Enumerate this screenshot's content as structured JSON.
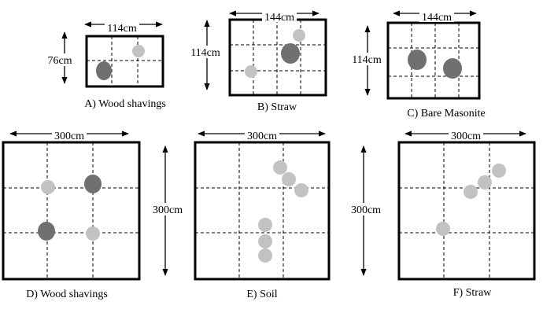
{
  "colors": {
    "frame": "#000000",
    "grid": "#000000",
    "dark_circle": "#707070",
    "light_circle": "#c2c2c2"
  },
  "panels": [
    {
      "id": "A",
      "caption": "A) Wood shavings",
      "width_label": "114cm",
      "height_label": "76cm",
      "grid": "3 x 2",
      "circles": [
        {
          "shade": "dark"
        },
        {
          "shade": "light"
        }
      ]
    },
    {
      "id": "B",
      "caption": "B) Straw",
      "width_label": "144cm",
      "height_label": "114cm",
      "grid": "4 x 3",
      "circles": [
        {
          "shade": "light"
        },
        {
          "shade": "dark"
        },
        {
          "shade": "light"
        }
      ]
    },
    {
      "id": "C",
      "caption": "C) Bare Masonite",
      "width_label": "144cm",
      "height_label": "114cm",
      "grid": "4 x 3",
      "circles": [
        {
          "shade": "dark"
        },
        {
          "shade": "dark"
        }
      ]
    },
    {
      "id": "D",
      "caption": "D) Wood shavings",
      "width_label": "300cm",
      "height_label": "",
      "grid": "3 x 3",
      "circles": [
        {
          "shade": "light"
        },
        {
          "shade": "dark"
        },
        {
          "shade": "dark"
        },
        {
          "shade": "light"
        }
      ]
    },
    {
      "id": "E",
      "caption": "E) Soil",
      "width_label": "300cm",
      "height_label": "300cm",
      "grid": "3 x 3",
      "circles": [
        {
          "shade": "light"
        },
        {
          "shade": "light"
        },
        {
          "shade": "light"
        },
        {
          "shade": "light"
        },
        {
          "shade": "light"
        },
        {
          "shade": "light"
        }
      ]
    },
    {
      "id": "F",
      "caption": "F) Straw",
      "width_label": "300cm",
      "height_label": "300cm",
      "grid": "3 x 3",
      "circles": [
        {
          "shade": "light"
        },
        {
          "shade": "light"
        },
        {
          "shade": "light"
        },
        {
          "shade": "light"
        }
      ]
    }
  ]
}
